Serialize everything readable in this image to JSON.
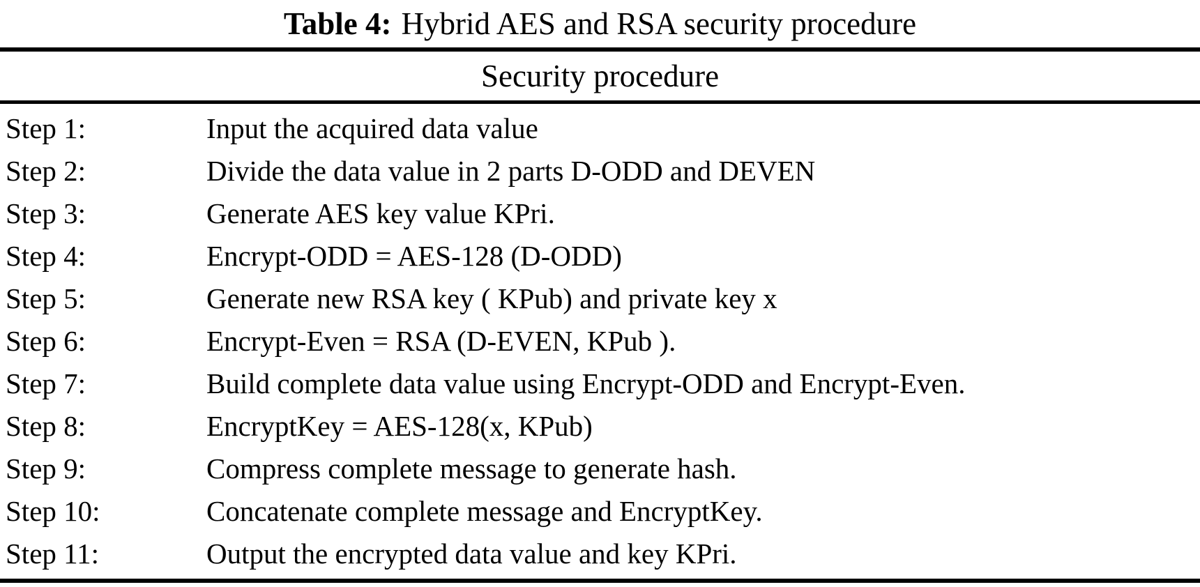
{
  "table": {
    "caption": {
      "label": "Table 4:",
      "text": "Hybrid AES and RSA security procedure"
    },
    "header": "Security procedure",
    "rows": [
      {
        "label": "Step 1:",
        "text": "Input the acquired data value"
      },
      {
        "label": "Step 2:",
        "text": "Divide the data value in 2 parts D-ODD and DEVEN"
      },
      {
        "label": "Step 3:",
        "text": "Generate AES key value KPri."
      },
      {
        "label": "Step 4:",
        "text": "Encrypt-ODD = AES-128 (D-ODD)"
      },
      {
        "label": "Step 5:",
        "text": "Generate new RSA key ( KPub) and private key x"
      },
      {
        "label": "Step 6:",
        "text": "Encrypt-Even = RSA (D-EVEN, KPub )."
      },
      {
        "label": "Step 7:",
        "text": "Build complete data value using Encrypt-ODD and Encrypt-Even."
      },
      {
        "label": "Step 8:",
        "text": "EncryptKey = AES-128(x, KPub)"
      },
      {
        "label": "Step 9:",
        "text": "Compress complete message to generate hash."
      },
      {
        "label": "Step 10:",
        "text": "Concatenate complete message and EncryptKey."
      },
      {
        "label": "Step 11:",
        "text": "Output the encrypted data value and key KPri."
      }
    ],
    "colors": {
      "text": "#000000",
      "background": "#ffffff",
      "rule": "#000000"
    }
  }
}
